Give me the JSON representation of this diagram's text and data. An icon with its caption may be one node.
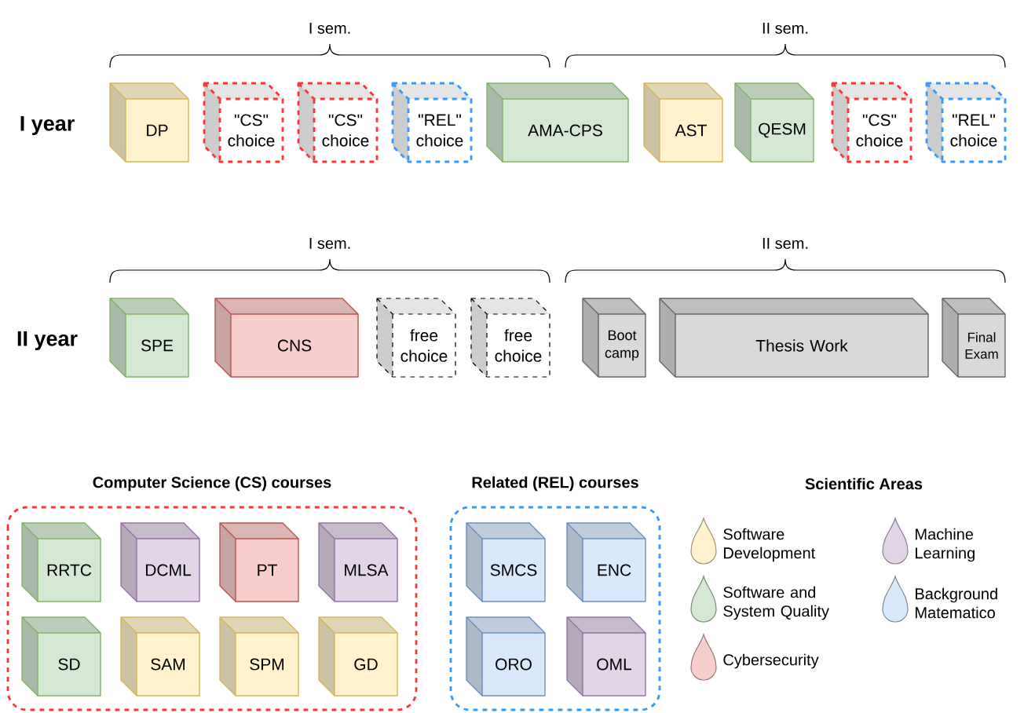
{
  "diagram": {
    "nodes": [
      {
        "text": [
          "DP"
        ]
      },
      {
        "text": [
          "\"CS\" choice"
        ]
      },
      {
        "text": [
          "\"CS\" choice"
        ]
      },
      {
        "text": [
          "\"REL\" choice"
        ]
      },
      {
        "text": [
          "AMA-CPS"
        ]
      },
      {
        "text": [
          "AST"
        ]
      },
      {
        "text": [
          "QESM"
        ]
      },
      {
        "text": [
          "\"CS\" choice"
        ]
      },
      {
        "text": [
          "\"REL\" choice"
        ]
      },
      {
        "text": [
          "SPE"
        ]
      },
      {
        "text": [
          "CNS"
        ]
      },
      {
        "text": [
          "free choice"
        ]
      },
      {
        "text": [
          "free choice"
        ]
      },
      {
        "text": [
          "Boot camp"
        ]
      },
      {
        "text": [
          "Thesis Work"
        ]
      },
      {
        "text": [
          "Final Exam"
        ]
      },
      {
        "text": [
          "Computer Science (CS) courses"
        ]
      },
      {
        "text": [
          "RRTC"
        ],
        "in": 16
      },
      {
        "text": [
          "DCML"
        ],
        "in": 16
      },
      {
        "text": [
          "PT"
        ],
        "in": 16
      },
      {
        "text": [
          "MLSA"
        ],
        "in": 16
      },
      {
        "text": [
          "SD"
        ],
        "in": 16
      },
      {
        "text": [
          "SAM"
        ],
        "in": 16
      },
      {
        "text": [
          "SPM"
        ],
        "in": 16
      },
      {
        "text": [
          "GD"
        ],
        "in": 16
      },
      {
        "text": [
          "Related (REL) courses"
        ]
      },
      {
        "text": [
          "SMCS"
        ],
        "in": 25
      },
      {
        "text": [
          "ENC"
        ],
        "in": 25
      },
      {
        "text": [
          "ORO"
        ],
        "in": 25
      },
      {
        "text": [
          "OML"
        ],
        "in": 25
      }
    ],
    "labels": [
      "I sem.",
      "II sem.",
      "I year",
      "I sem.",
      "II sem.",
      "II year",
      "Scientific Areas"
    ],
    "legend": [
      {
        "text": "Software Development",
        "color": "#fff2cc"
      },
      {
        "text": "Software and System Quality",
        "color": "#d5e8d4"
      },
      {
        "text": "Cybersecurity",
        "color": "#f8cecc"
      },
      {
        "text": "Machine Learning",
        "color": "#e1d5e7"
      },
      {
        "text": "Background Matematico",
        "color": "#dae8fc"
      }
    ]
  }
}
